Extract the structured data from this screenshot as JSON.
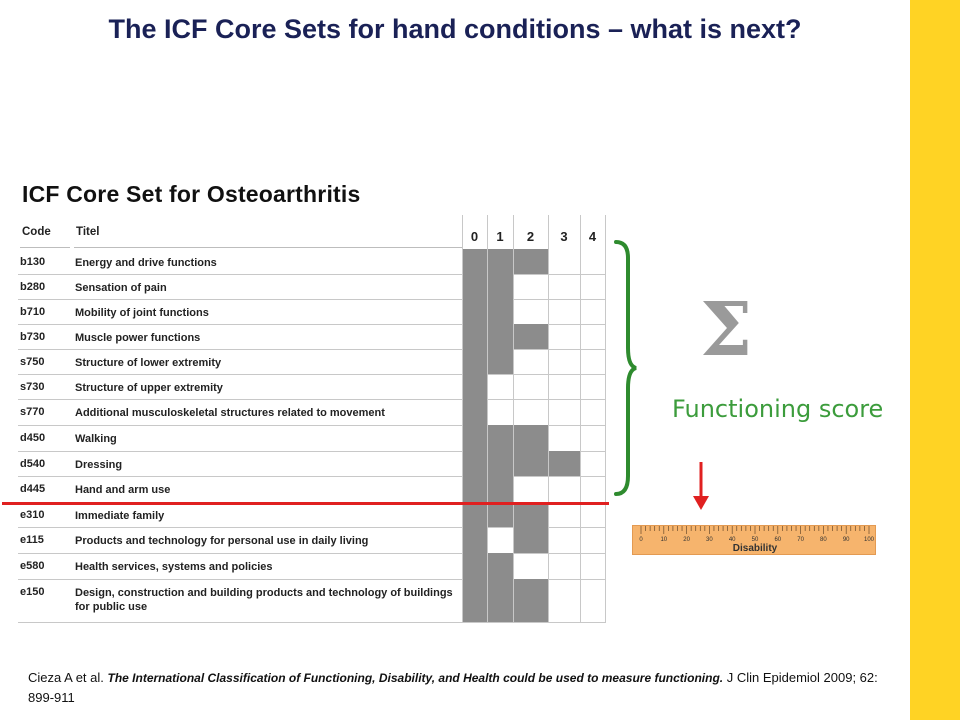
{
  "slide_title": "The ICF Core Sets for hand conditions – what is next?",
  "core_set": {
    "title": "ICF Core Set for Osteoarthritis",
    "headers": {
      "code": "Code",
      "title": "Titel"
    },
    "scale": [
      "0",
      "1",
      "2",
      "3",
      "4"
    ],
    "rows": [
      {
        "code": "b130",
        "title": "Energy and drive functions",
        "shaded": [
          1,
          1,
          1,
          0,
          0
        ]
      },
      {
        "code": "b280",
        "title": "Sensation of pain",
        "shaded": [
          1,
          1,
          0,
          0,
          0
        ]
      },
      {
        "code": "b710",
        "title": "Mobility of joint functions",
        "shaded": [
          1,
          1,
          0,
          0,
          0
        ]
      },
      {
        "code": "b730",
        "title": "Muscle power functions",
        "shaded": [
          1,
          1,
          1,
          0,
          0
        ]
      },
      {
        "code": "s750",
        "title": "Structure of lower extremity",
        "shaded": [
          1,
          1,
          0,
          0,
          0
        ]
      },
      {
        "code": "s730",
        "title": "Structure of upper extremity",
        "shaded": [
          1,
          0,
          0,
          0,
          0
        ]
      },
      {
        "code": "s770",
        "title": "Additional musculoskeletal structures related to movement",
        "shaded": [
          1,
          0,
          0,
          0,
          0
        ]
      },
      {
        "code": "d450",
        "title": "Walking",
        "shaded": [
          1,
          1,
          1,
          0,
          0
        ]
      },
      {
        "code": "d540",
        "title": "Dressing",
        "shaded": [
          1,
          1,
          1,
          1,
          0
        ]
      },
      {
        "code": "d445",
        "title": "Hand and arm use",
        "shaded": [
          1,
          1,
          0,
          0,
          0
        ]
      },
      {
        "code": "e310",
        "title": "Immediate family",
        "shaded": [
          1,
          1,
          1,
          0,
          0
        ]
      },
      {
        "code": "e115",
        "title": "Products and technology for personal use in daily living",
        "shaded": [
          1,
          0,
          1,
          0,
          0
        ]
      },
      {
        "code": "e580",
        "title": "Health services, systems and policies",
        "shaded": [
          1,
          1,
          0,
          0,
          0
        ]
      },
      {
        "code": "e150",
        "title": "Design, construction and building products and technology of buildings for public use",
        "shaded": [
          1,
          1,
          1,
          0,
          0
        ]
      }
    ]
  },
  "sigma_symbol": "Σ",
  "functioning_score": "Functioning score",
  "ruler": {
    "label": "Disability",
    "ticks": [
      "0",
      "10",
      "20",
      "30",
      "40",
      "50",
      "60",
      "70",
      "80",
      "90",
      "100"
    ]
  },
  "citation": {
    "author": "Cieza A et al. ",
    "title": "The International Classification of Functioning, Disability, and Health could be used to measure functioning.",
    "source": " J Clin Epidemiol 2009; 62: 899-911"
  },
  "colors": {
    "title": "#1a2156",
    "side_bar": "#ffd324",
    "cell_shade": "#8c8c8c",
    "cutoff": "#e02020",
    "brace": "#2e8b2e",
    "score_text": "#3c9c3c",
    "ruler_fill": "#f6b46d"
  }
}
